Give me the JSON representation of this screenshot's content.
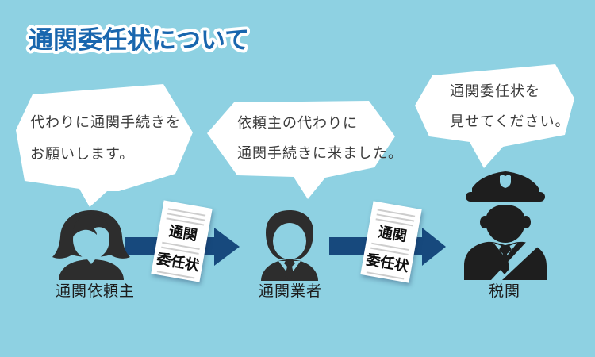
{
  "title": "通関委任状について",
  "colors": {
    "background": "#8ed1e2",
    "title_blue": "#1966ae",
    "arrow_navy": "#17497d",
    "figure_dark": "#2d2d2d",
    "officer_dark": "#1e1e1e",
    "bubble_white": "#ffffff",
    "bubble_text": "#3b3b3b"
  },
  "bubbles": [
    {
      "speaker": "requester",
      "line1": "代わりに通関手続きを",
      "line2": "お願いします。"
    },
    {
      "speaker": "broker",
      "line1": "依頼主の代わりに",
      "line2": "通関手続きに来ました。"
    },
    {
      "speaker": "customs",
      "line1": "通関委任状を",
      "line2": "見せてください。"
    }
  ],
  "actors": [
    {
      "id": "requester",
      "label": "通関依頼主",
      "icon": "woman-icon"
    },
    {
      "id": "broker",
      "label": "通関業者",
      "icon": "businessman-icon"
    },
    {
      "id": "customs",
      "label": "税関",
      "icon": "customs-officer-icon"
    }
  ],
  "documents": [
    {
      "icon": "document-icon",
      "line1": "通関",
      "line2": "委任状"
    },
    {
      "icon": "document-icon",
      "line1": "通関",
      "line2": "委任状"
    }
  ]
}
